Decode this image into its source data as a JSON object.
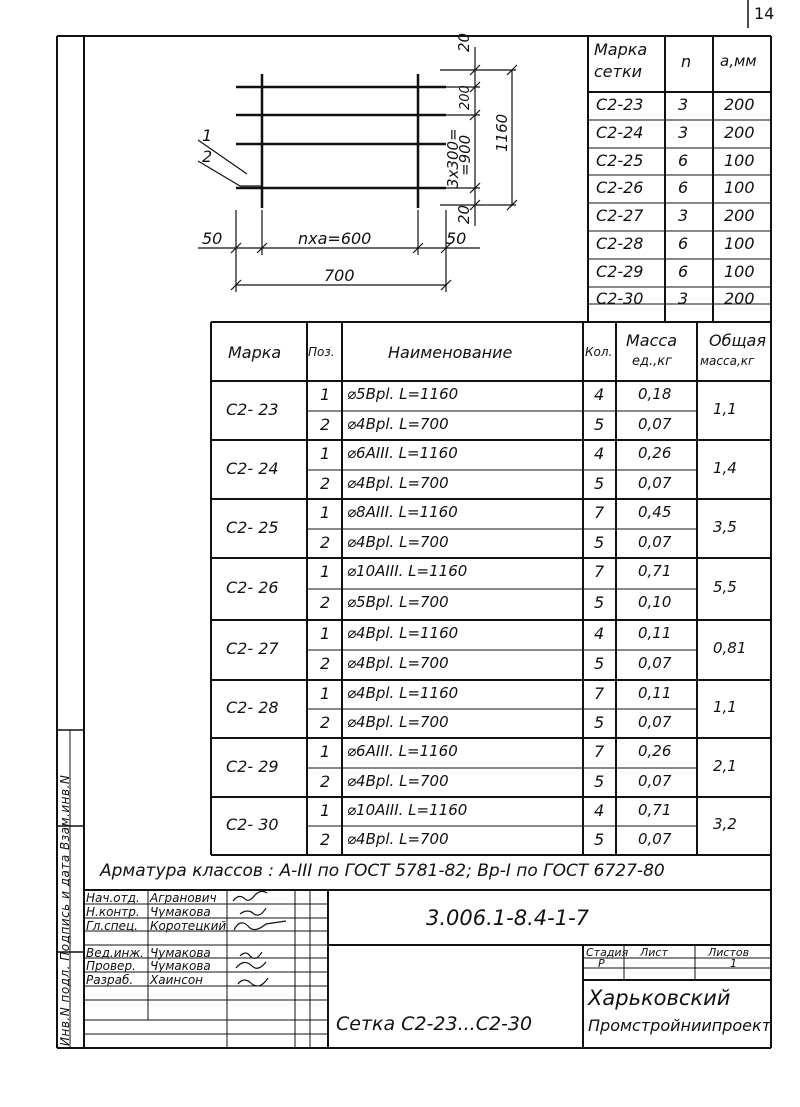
{
  "sheet": {
    "page_number": "14"
  },
  "drawing": {
    "pos1": "1",
    "pos2": "2",
    "dim_top_20": "20",
    "dim_200": "200",
    "dim_3x300": "3x300=",
    "dim_900": "=900",
    "dim_1160": "1160",
    "dim_bottom_20": "20",
    "dim_left_50": "50",
    "dim_nxa": "nxa=600",
    "dim_right_50": "50",
    "dim_700": "700"
  },
  "mesh_table": {
    "headers": [
      "Марка сетки",
      "n",
      "a,мм"
    ],
    "header_marka": "Марка",
    "header_setki": "сетки",
    "rows": [
      {
        "mark": "С2-23",
        "n": "3",
        "a": "200"
      },
      {
        "mark": "С2-24",
        "n": "3",
        "a": "200"
      },
      {
        "mark": "С2-25",
        "n": "6",
        "a": "100"
      },
      {
        "mark": "С2-26",
        "n": "6",
        "a": "100"
      },
      {
        "mark": "С2-27",
        "n": "3",
        "a": "200"
      },
      {
        "mark": "С2-28",
        "n": "6",
        "a": "100"
      },
      {
        "mark": "С2-29",
        "n": "6",
        "a": "100"
      },
      {
        "mark": "С2-30",
        "n": "3",
        "a": "200"
      }
    ]
  },
  "spec_table": {
    "h_marka": "Марка",
    "h_poz": "Поз.",
    "h_name": "Наименование",
    "h_kol": "Кол.",
    "h_mass1": "Масса",
    "h_mass2": "ед.,кг",
    "h_total1": "Общая",
    "h_total2": "масса,кг",
    "groups": [
      {
        "mark": "С2- 23",
        "total": "1,1",
        "items": [
          {
            "poz": "1",
            "name": "⌀5Врl. L=1160",
            "qty": "4",
            "mass": "0,18"
          },
          {
            "poz": "2",
            "name": "⌀4Врl. L=700",
            "qty": "5",
            "mass": "0,07"
          }
        ]
      },
      {
        "mark": "С2- 24",
        "total": "1,4",
        "items": [
          {
            "poz": "1",
            "name": "⌀6АIII. L=1160",
            "qty": "4",
            "mass": "0,26"
          },
          {
            "poz": "2",
            "name": "⌀4Врl. L=700",
            "qty": "5",
            "mass": "0,07"
          }
        ]
      },
      {
        "mark": "С2- 25",
        "total": "3,5",
        "items": [
          {
            "poz": "1",
            "name": "⌀8АIII. L=1160",
            "qty": "7",
            "mass": "0,45"
          },
          {
            "poz": "2",
            "name": "⌀4Врl. L=700",
            "qty": "5",
            "mass": "0,07"
          }
        ]
      },
      {
        "mark": "С2- 26",
        "total": "5,5",
        "items": [
          {
            "poz": "1",
            "name": "⌀10АIII. L=1160",
            "qty": "7",
            "mass": "0,71"
          },
          {
            "poz": "2",
            "name": "⌀5Врl. L=700",
            "qty": "5",
            "mass": "0,10"
          }
        ]
      },
      {
        "mark": "С2- 27",
        "total": "0,81",
        "items": [
          {
            "poz": "1",
            "name": "⌀4Врl. L=1160",
            "qty": "4",
            "mass": "0,11"
          },
          {
            "poz": "2",
            "name": "⌀4Врl. L=700",
            "qty": "5",
            "mass": "0,07"
          }
        ]
      },
      {
        "mark": "С2- 28",
        "total": "1,1",
        "items": [
          {
            "poz": "1",
            "name": "⌀4Врl. L=1160",
            "qty": "7",
            "mass": "0,11"
          },
          {
            "poz": "2",
            "name": "⌀4Врl. L=700",
            "qty": "5",
            "mass": "0,07"
          }
        ]
      },
      {
        "mark": "С2- 29",
        "total": "2,1",
        "items": [
          {
            "poz": "1",
            "name": "⌀6АIII. L=1160",
            "qty": "7",
            "mass": "0,26"
          },
          {
            "poz": "2",
            "name": "⌀4Врl. L=700",
            "qty": "5",
            "mass": "0,07"
          }
        ]
      },
      {
        "mark": "С2- 30",
        "total": "3,2",
        "items": [
          {
            "poz": "1",
            "name": "⌀10АIII. L=1160",
            "qty": "4",
            "mass": "0,71"
          },
          {
            "poz": "2",
            "name": "⌀4Врl. L=700",
            "qty": "5",
            "mass": "0,07"
          }
        ]
      }
    ]
  },
  "note": "Арматура классов : А-III по ГОСТ 5781-82; Вр-I по ГОСТ 6727-80",
  "side_text": "Инв.N подл. Подпись и дата Взам.инв.N",
  "title_block": {
    "doc_code": "3.006.1-8.4-1-7",
    "title": "Сетка С2-23...С2-30",
    "stage_label": "Стадия",
    "sheet_label": "Лист",
    "sheets_label": "Листов",
    "stage": "Р",
    "sheets": "1",
    "org1": "Харьковский",
    "org2": "Промстройниипроект",
    "roles": [
      {
        "role": "Нач.отд.",
        "name": "Агранович"
      },
      {
        "role": "Н.контр.",
        "name": "Чумакова"
      },
      {
        "role": "Гл.спец.",
        "name": "Коротецкий"
      },
      {
        "role": "Вед.инж.",
        "name": "Чумакова"
      },
      {
        "role": "Провер.",
        "name": "Чумакова"
      },
      {
        "role": "Разраб.",
        "name": "Хаинсон"
      }
    ]
  }
}
